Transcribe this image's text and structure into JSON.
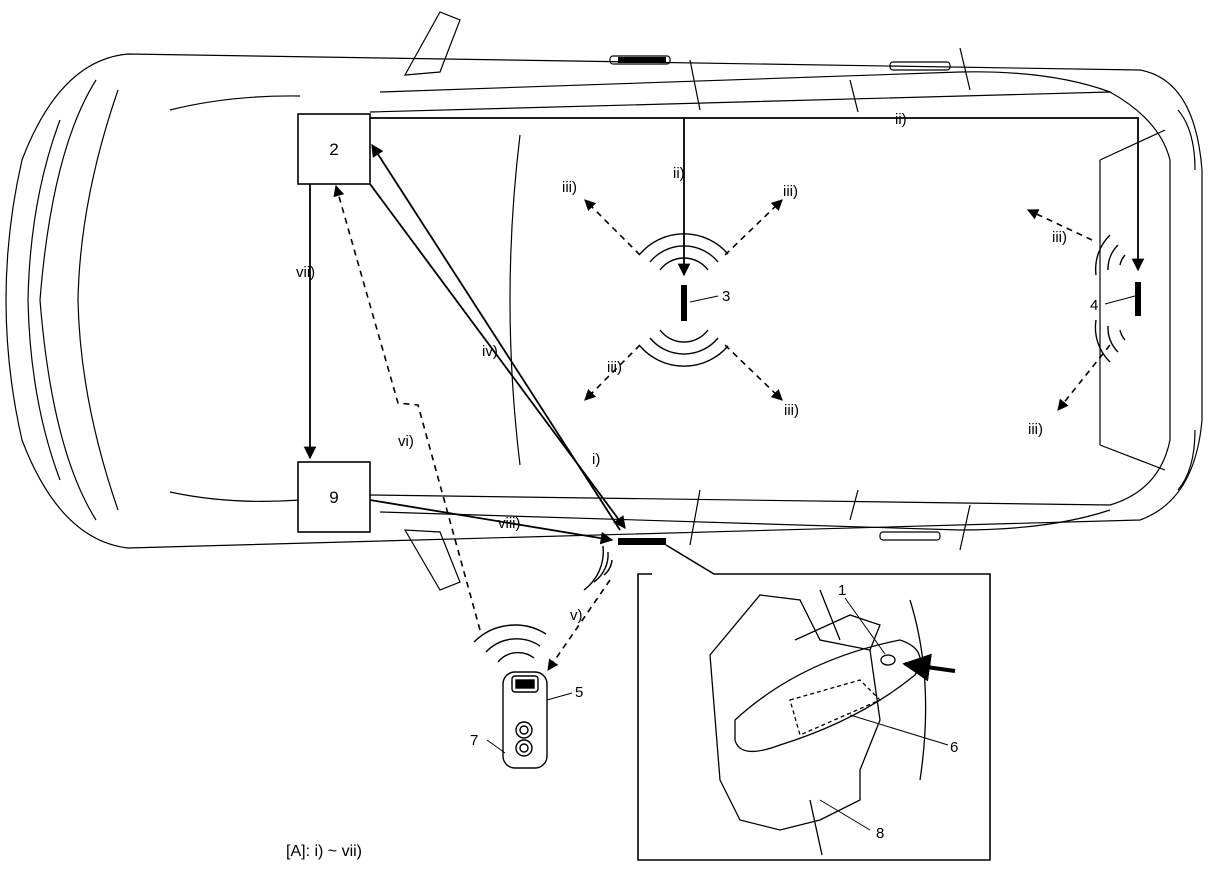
{
  "boxes": {
    "b2": "2",
    "b9": "9"
  },
  "callouts": {
    "c1": "1",
    "c3": "3",
    "c4": "4",
    "c5": "5",
    "c6": "6",
    "c7": "7",
    "c8": "8"
  },
  "paths": {
    "p_i": "i)",
    "p_ii_top": "ii)",
    "p_ii_mid": "ii)",
    "p_iii_1": "iii)",
    "p_iii_2": "iii)",
    "p_iii_3": "iii)",
    "p_iii_4": "iii)",
    "p_iii_5": "iii)",
    "p_iii_6": "iii)",
    "p_iv": "iv)",
    "p_v": "v)",
    "p_vi": "vi)",
    "p_vii": "vii)",
    "p_viii": "viii)"
  },
  "caption": "[A]: i) ~ vii)",
  "icons": [
    "vehicle-outline",
    "radio-wave-icon",
    "key-fob-icon",
    "door-handle-icon",
    "press-arrow-icon"
  ]
}
